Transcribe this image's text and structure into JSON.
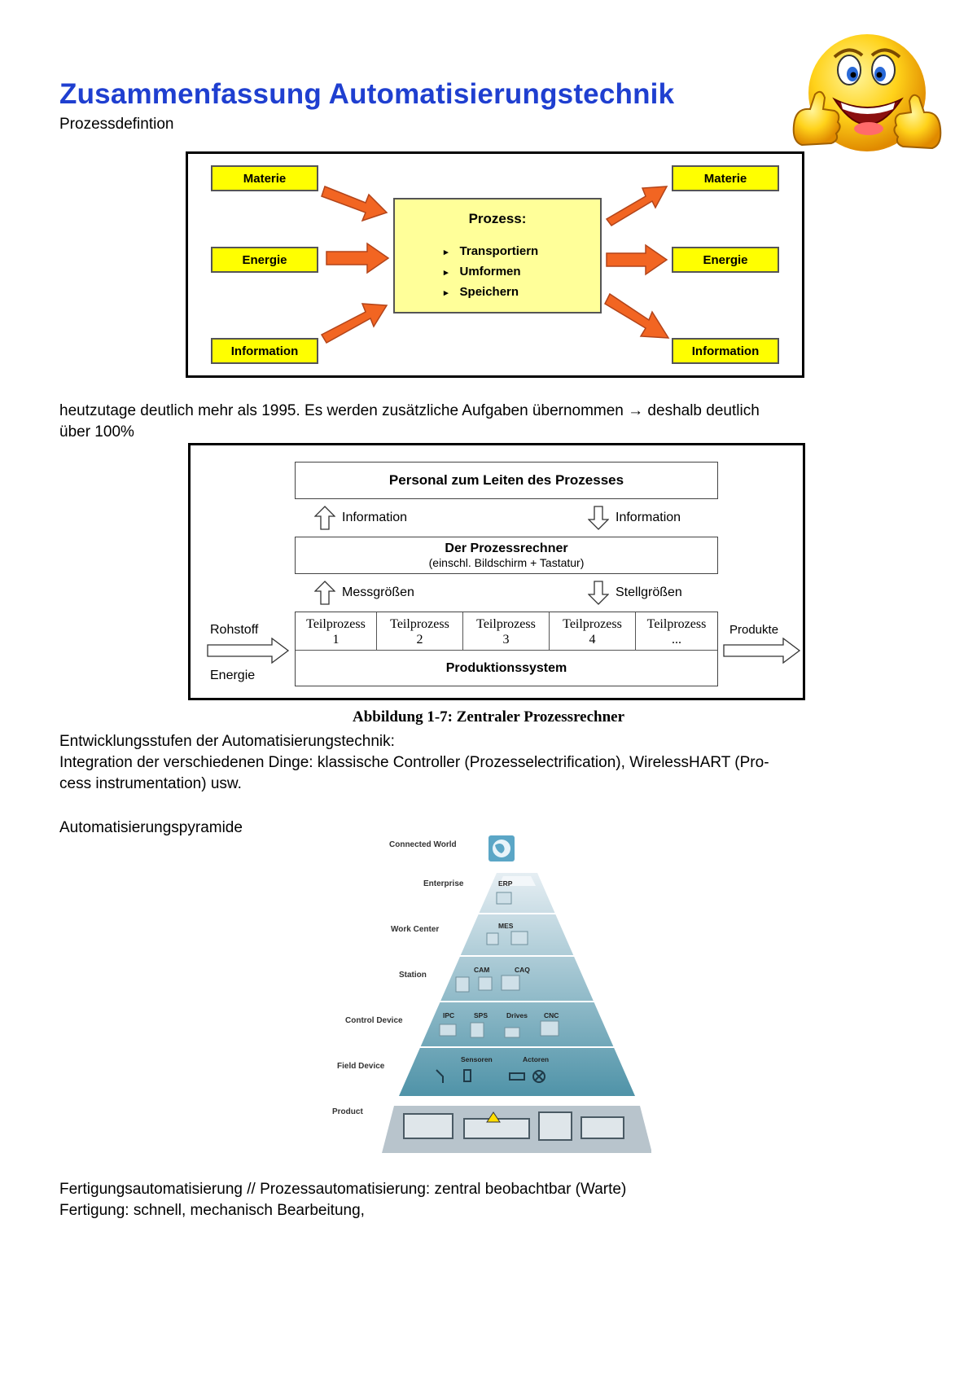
{
  "title": "Zusammenfassung Automatisierungstechnik",
  "subtitle": "Prozessdefintion",
  "diagram1": {
    "left_boxes": [
      "Materie",
      "Energie",
      "Information"
    ],
    "right_boxes": [
      "Materie",
      "Energie",
      "Information"
    ],
    "process_title": "Prozess:",
    "process_items": [
      "Transportiern",
      "Umformen",
      "Speichern"
    ]
  },
  "paragraph1": {
    "line1": "heutzutage deutlich mehr als 1995. Es werden zusätzliche Aufgaben übernommen → deshalb deutlich",
    "line2": "über 100%"
  },
  "diagram2": {
    "top_box": "Personal zum Leiten des Prozesses",
    "info_up": "Information",
    "info_down": "Information",
    "middle_title": "Der Prozessrechner",
    "middle_sub": "(einschl. Bildschirm + Tastatur)",
    "measure": "Messgrößen",
    "control": "Stellgrößen",
    "input_1": "Rohstoff",
    "input_2": "Energie",
    "output": "Produkte",
    "subprocesses": [
      {
        "name": "Teilprozess",
        "num": "1"
      },
      {
        "name": "Teilprozess",
        "num": "2"
      },
      {
        "name": "Teilprozess",
        "num": "3"
      },
      {
        "name": "Teilprozess",
        "num": "4"
      },
      {
        "name": "Teilprozess",
        "num": "..."
      }
    ],
    "system": "Produktionssystem"
  },
  "caption": "Abbildung 1-7: Zentraler Prozessrechner",
  "paragraph2": {
    "line1": "Entwicklungsstufen der Automatisierungstechnik:",
    "line2": "Integration der verschiedenen Dinge: klassische Controller (Prozesselectrification), WirelessHART (Pro-",
    "line3": "cess instrumentation) usw."
  },
  "pyramid_heading": "Automatisierungspyramide",
  "pyramid": {
    "levels": [
      "Connected World",
      "Enterprise",
      "Work Center",
      "Station",
      "Control Device",
      "Field Device",
      "Product"
    ],
    "items": {
      "enterprise": "ERP",
      "work_center": "MES",
      "station": [
        "CAM",
        "CAQ"
      ],
      "control": [
        "IPC",
        "SPS",
        "Drives",
        "CNC"
      ],
      "field": [
        "Sensoren",
        "Actoren"
      ]
    }
  },
  "paragraph3": {
    "line1": "Fertigungsautomatisierung // Prozessautomatisierung: zentral beobachtbar (Warte)",
    "line2": "Fertigung: schnell, mechanisch Bearbeitung,"
  },
  "colors": {
    "title": "#1f3fd0",
    "yellow_box": "#ffff00",
    "process_box": "#ffff99",
    "arrow": "#f26522",
    "pyramid_top": "#d9e6ee",
    "pyramid_bottom": "#4f93a8"
  }
}
